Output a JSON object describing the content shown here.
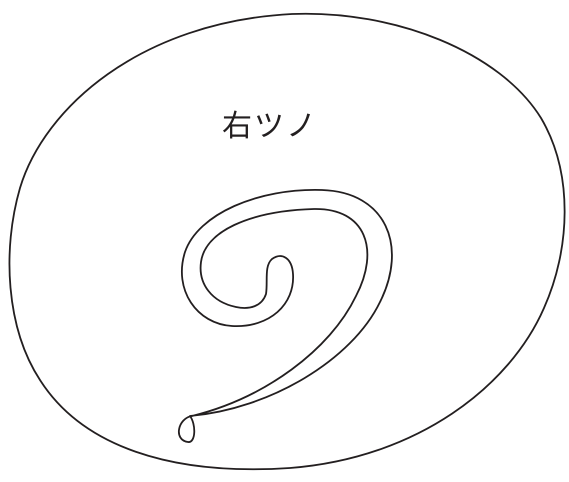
{
  "label": "右ツノ",
  "colors": {
    "stroke": "#231f20",
    "fill": "#ffffff"
  },
  "shapes": {
    "outer": "rounded-oval-blob",
    "inner": "spiral-horn"
  }
}
